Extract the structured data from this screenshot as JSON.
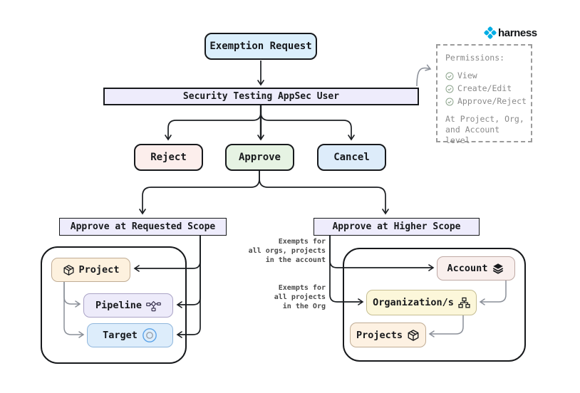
{
  "brand": {
    "name": "harness",
    "logo_color": "#00ade4"
  },
  "nodes": {
    "exemption_request": {
      "label": "Exemption Request"
    },
    "appsec_user": {
      "label": "Security Testing AppSec User"
    },
    "reject": {
      "label": "Reject"
    },
    "approve": {
      "label": "Approve"
    },
    "cancel": {
      "label": "Cancel"
    },
    "requested_scope": {
      "label": "Approve at Requested Scope"
    },
    "higher_scope": {
      "label": "Approve at Higher Scope"
    },
    "project": {
      "label": "Project",
      "icon": "package-icon"
    },
    "pipeline": {
      "label": "Pipeline",
      "icon": "pipeline-icon"
    },
    "target": {
      "label": "Target",
      "icon": "target-icon"
    },
    "account": {
      "label": "Account",
      "icon": "layers-icon"
    },
    "organizations": {
      "label": "Organization/s",
      "icon": "org-chart-icon"
    },
    "projects": {
      "label": "Projects",
      "icon": "package-icon"
    }
  },
  "annotations": {
    "account_scope": {
      "lines": [
        "Exempts for",
        "all orgs, projects",
        "in the account"
      ]
    },
    "org_scope": {
      "lines": [
        "Exempts for",
        "all projects",
        "in the Org"
      ]
    }
  },
  "permissions": {
    "title": "Permissions:",
    "items": [
      "View",
      "Create/Edit",
      "Approve/Reject"
    ],
    "footer_lines": [
      "At Project, Org,",
      "and Account level"
    ]
  },
  "colors": {
    "exemption_fill": "#dbeffc",
    "bar_fill": "#eeecfc",
    "reject_fill": "#fceeec",
    "approve_fill": "#e6f3e3",
    "cancel_fill": "#ddecfa",
    "scope_header_fill": "#eeecfc",
    "project_fill": "#fdf1de",
    "pipeline_fill": "#edebfa",
    "target_fill": "#ddedfb",
    "account_fill": "#f9efed",
    "organization_fill": "#fcf7da",
    "projects_fill": "#fdf1e2",
    "line_color": "#1b1e22",
    "gray_line_color": "#8a8f98",
    "muted_text": "#8a8a8a"
  }
}
